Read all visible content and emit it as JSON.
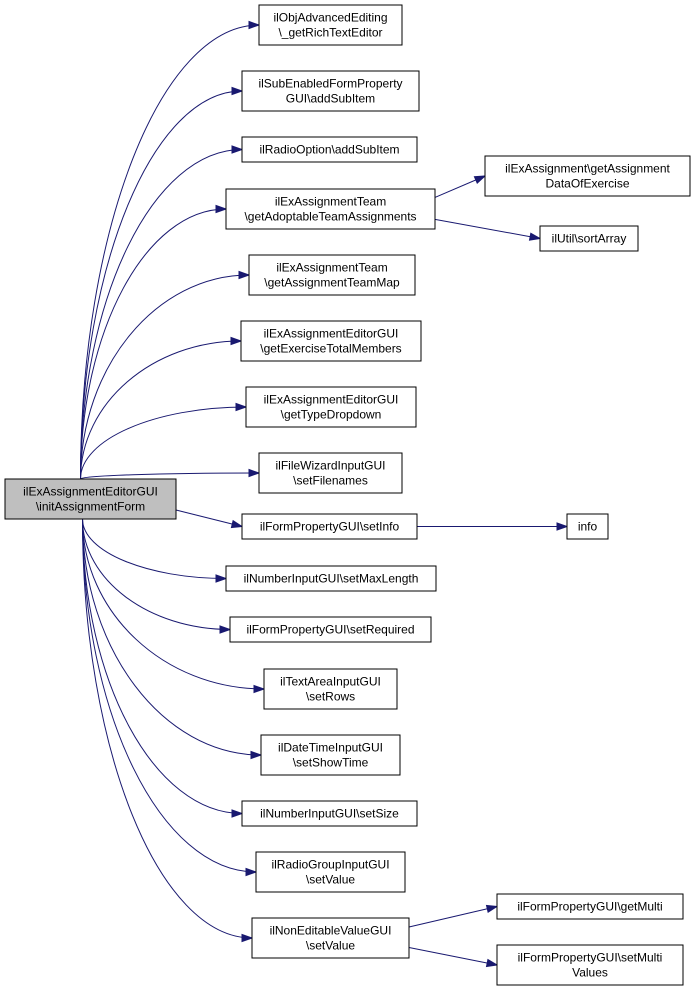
{
  "colors": {
    "edge": "#191970",
    "root_fill": "#bfbfbf",
    "node_fill": "#ffffff",
    "border": "#000000"
  },
  "nodes": {
    "root": {
      "lines": [
        "ilExAssignmentEditorGUI",
        "\\initAssignmentForm"
      ]
    },
    "rich_editor": {
      "lines": [
        "ilObjAdvancedEditing",
        "\\_getRichTextEditor"
      ]
    },
    "sub_enabled": {
      "lines": [
        "ilSubEnabledFormProperty",
        "GUI\\addSubItem"
      ]
    },
    "radio_option": {
      "lines": [
        "ilRadioOption\\addSubItem"
      ]
    },
    "adoptable_team": {
      "lines": [
        "ilExAssignmentTeam",
        "\\getAdoptableTeamAssignments"
      ]
    },
    "team_map": {
      "lines": [
        "ilExAssignmentTeam",
        "\\getAssignmentTeamMap"
      ]
    },
    "total_members": {
      "lines": [
        "ilExAssignmentEditorGUI",
        "\\getExerciseTotalMembers"
      ]
    },
    "type_dropdown": {
      "lines": [
        "ilExAssignmentEditorGUI",
        "\\getTypeDropdown"
      ]
    },
    "set_filenames": {
      "lines": [
        "ilFileWizardInputGUI",
        "\\setFilenames"
      ]
    },
    "set_info": {
      "lines": [
        "ilFormPropertyGUI\\setInfo"
      ]
    },
    "set_max_length": {
      "lines": [
        "ilNumberInputGUI\\setMaxLength"
      ]
    },
    "set_required": {
      "lines": [
        "ilFormPropertyGUI\\setRequired"
      ]
    },
    "set_rows": {
      "lines": [
        "ilTextAreaInputGUI",
        "\\setRows"
      ]
    },
    "set_show_time": {
      "lines": [
        "ilDateTimeInputGUI",
        "\\setShowTime"
      ]
    },
    "set_size": {
      "lines": [
        "ilNumberInputGUI\\setSize"
      ]
    },
    "radio_group": {
      "lines": [
        "ilRadioGroupInputGUI",
        "\\setValue"
      ]
    },
    "non_editable": {
      "lines": [
        "ilNonEditableValueGUI",
        "\\setValue"
      ]
    },
    "assignment_data": {
      "lines": [
        "ilExAssignment\\getAssignment",
        "DataOfExercise"
      ]
    },
    "sort_array": {
      "lines": [
        "ilUtil\\sortArray"
      ]
    },
    "info": {
      "lines": [
        "info"
      ]
    },
    "get_multi": {
      "lines": [
        "ilFormPropertyGUI\\getMulti"
      ]
    },
    "set_multi": {
      "lines": [
        "ilFormPropertyGUI\\setMulti",
        "Values"
      ]
    }
  },
  "edges": [
    [
      "root",
      "rich_editor"
    ],
    [
      "root",
      "sub_enabled"
    ],
    [
      "root",
      "radio_option"
    ],
    [
      "root",
      "adoptable_team"
    ],
    [
      "root",
      "team_map"
    ],
    [
      "root",
      "total_members"
    ],
    [
      "root",
      "type_dropdown"
    ],
    [
      "root",
      "set_filenames"
    ],
    [
      "root",
      "set_info"
    ],
    [
      "root",
      "set_max_length"
    ],
    [
      "root",
      "set_required"
    ],
    [
      "root",
      "set_rows"
    ],
    [
      "root",
      "set_show_time"
    ],
    [
      "root",
      "set_size"
    ],
    [
      "root",
      "radio_group"
    ],
    [
      "root",
      "non_editable"
    ],
    [
      "adoptable_team",
      "assignment_data"
    ],
    [
      "adoptable_team",
      "sort_array"
    ],
    [
      "set_info",
      "info"
    ],
    [
      "non_editable",
      "get_multi"
    ],
    [
      "non_editable",
      "set_multi"
    ]
  ]
}
